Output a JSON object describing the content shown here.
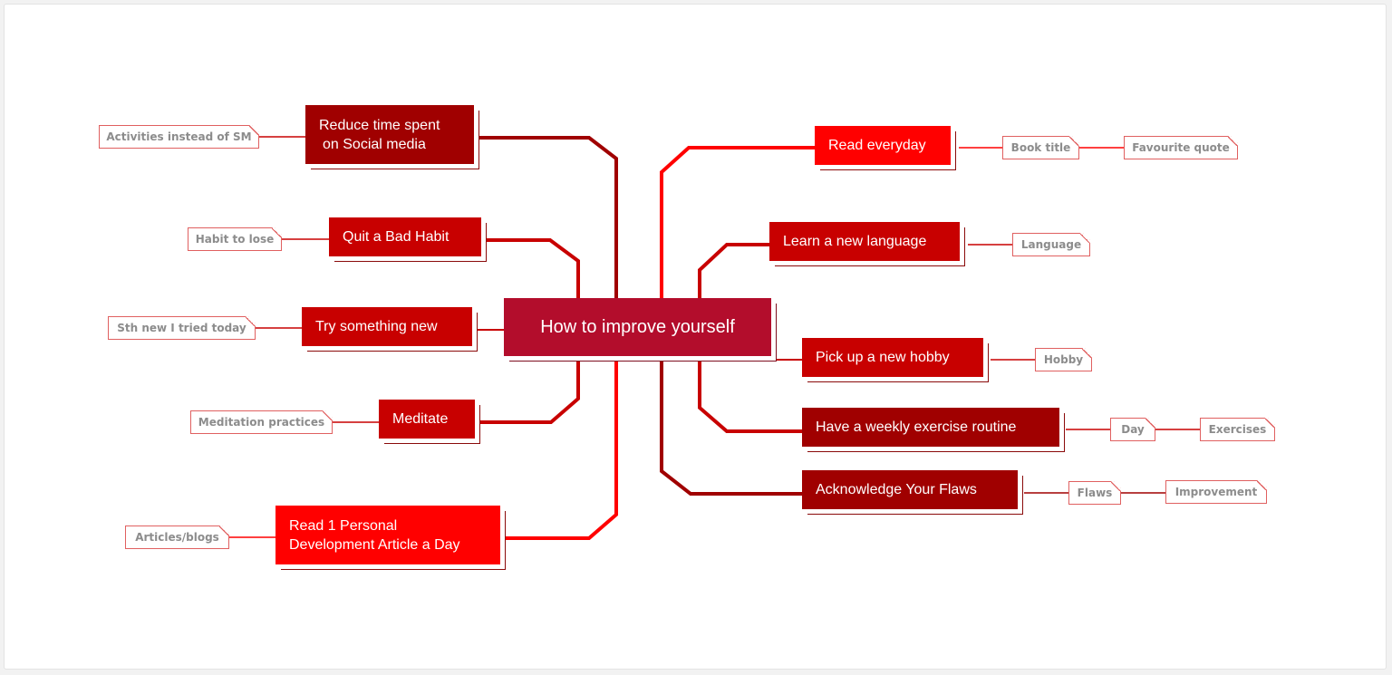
{
  "center": {
    "label": "How to improve yourself",
    "color": "#b30d2c"
  },
  "left_topics": [
    {
      "label_lines": [
        "Reduce time spent",
        "on Social media"
      ],
      "tag": "Activities instead of SM",
      "color": "#a00000"
    },
    {
      "label_lines": [
        "Quit a Bad Habit"
      ],
      "tag": "Habit to lose",
      "color": "#c80000"
    },
    {
      "label_lines": [
        "Try something new"
      ],
      "tag": "Sth new I tried today",
      "color": "#c80000"
    },
    {
      "label_lines": [
        "Meditate"
      ],
      "tag": "Meditation practices",
      "color": "#c80000"
    },
    {
      "label_lines": [
        "Read 1 Personal",
        "Development Article a Day"
      ],
      "tag": "Articles/blogs",
      "color": "#ff0000"
    }
  ],
  "right_topics": [
    {
      "label": "Read everyday",
      "tags": [
        "Book title",
        "Favourite quote"
      ],
      "color": "#ff0000"
    },
    {
      "label": "Learn a new language",
      "tags": [
        "Language"
      ],
      "color": "#c80000"
    },
    {
      "label": "Pick up a new hobby",
      "tags": [
        "Hobby"
      ],
      "color": "#c80000"
    },
    {
      "label": "Have a weekly exercise routine",
      "tags": [
        "Day",
        "Exercises"
      ],
      "color": "#a00000"
    },
    {
      "label": "Acknowledge Your Flaws",
      "tags": [
        "Flaws",
        "Improvement"
      ],
      "color": "#a00000"
    }
  ]
}
